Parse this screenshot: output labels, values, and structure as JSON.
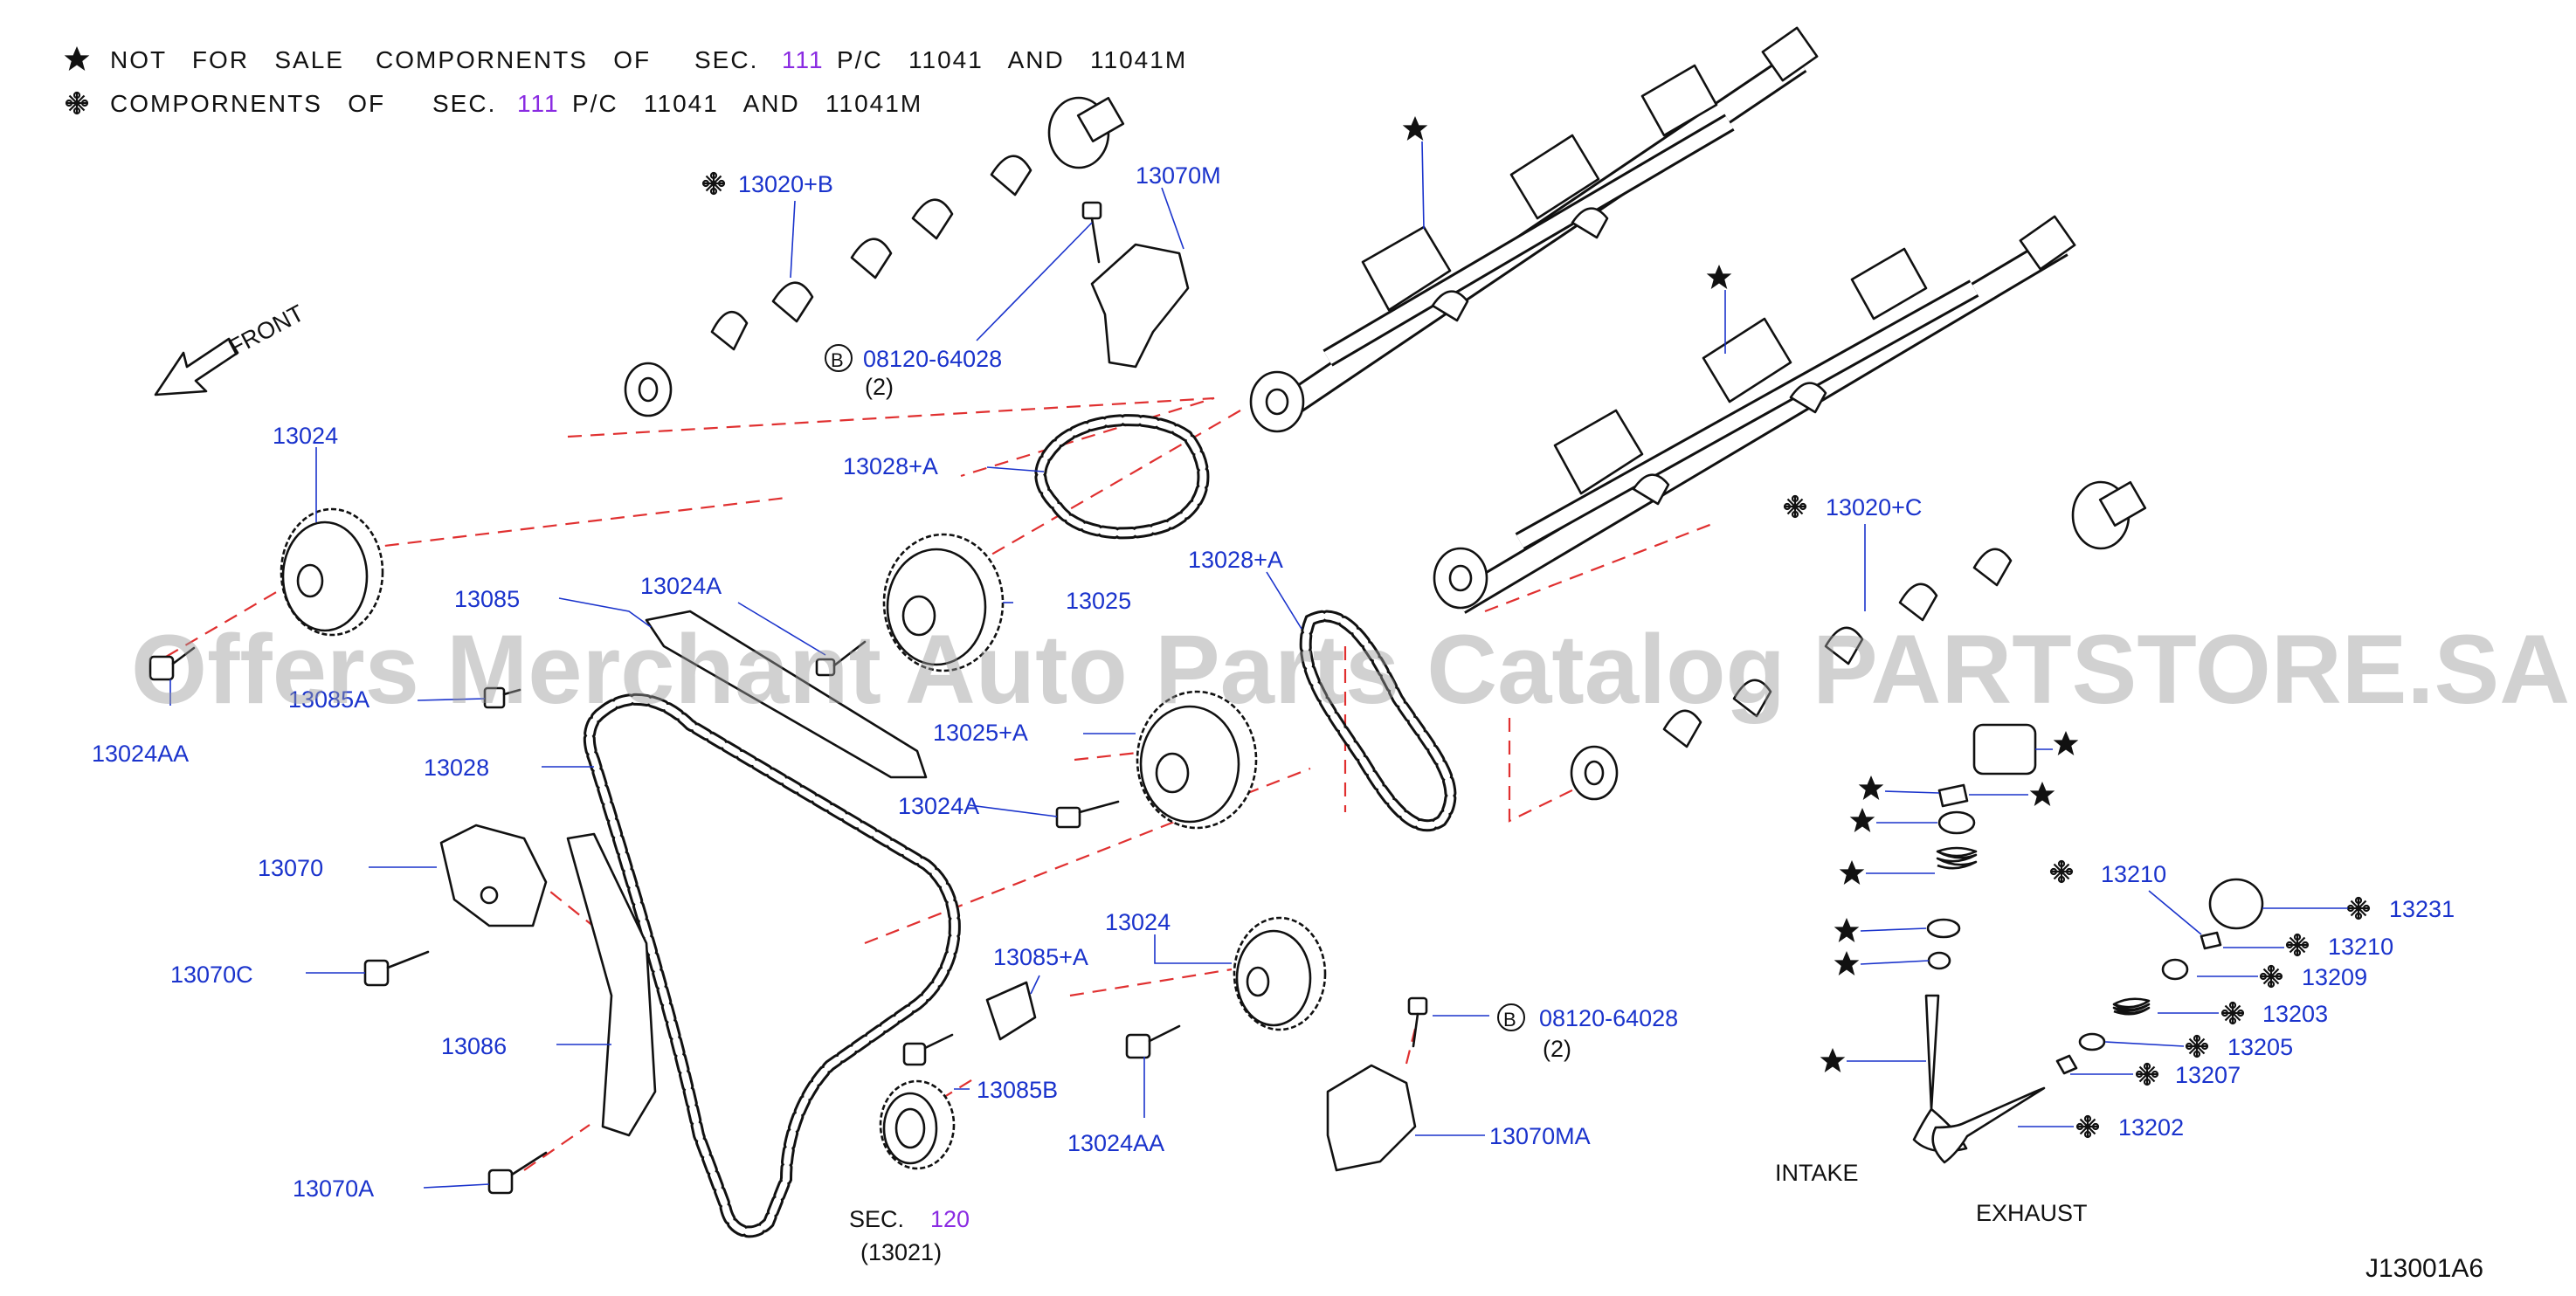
{
  "legend": {
    "star_line": {
      "a": "NOT   FOR   SALE",
      "b": "COMPORNENTS   OF",
      "c": "SEC.",
      "d": "111",
      "e": "P/C   11041   AND   11041M"
    },
    "flower_line": {
      "a": "COMPORNENTS   OF",
      "b": "SEC.",
      "c": "111",
      "d": "P/C   11041   AND   11041M"
    }
  },
  "front_label": "FRONT",
  "watermark": "Offers Merchant Auto Parts Catalog PARTSTORE.SA",
  "labels": {
    "p13020B": "13020+B",
    "p13070M": "13070M",
    "p08120_top": "08120-64028",
    "p08120_top_qty": "(2)",
    "p13024_top": "13024",
    "p13028A_left": "13028+A",
    "p13028A_mid": "13028+A",
    "p13085": "13085",
    "p13024A_top": "13024A",
    "p13025": "13025",
    "p13025A": "13025+A",
    "p13085A": "13085A",
    "p13024AA_left": "13024AA",
    "p13028": "13028",
    "p13024A_mid": "13024A",
    "p13070": "13070",
    "p13070C": "13070C",
    "p13086": "13086",
    "p13070A": "13070A",
    "p13085PA": "13085+A",
    "p13085B": "13085B",
    "p13024_bot": "13024",
    "p13024AA_bot": "13024AA",
    "p08120_bot": "08120-64028",
    "p08120_bot_qty": "(2)",
    "p13070MA": "13070MA",
    "sec120_a": "SEC.",
    "sec120_b": "120",
    "sec120_c": "(13021)",
    "p13020C": "13020+C",
    "p13210_a": "13210",
    "p13231": "13231",
    "p13210_b": "13210",
    "p13209": "13209",
    "p13203": "13203",
    "p13205": "13205",
    "p13207": "13207",
    "p13202": "13202",
    "intake": "INTAKE",
    "exhaust": "EXHAUST",
    "diagram_code": "J13001A6"
  },
  "bolt_marker": "B",
  "colors": {
    "part_label": "#1a33cc",
    "section_ref": "#8a2be2",
    "leader": "#1a33cc",
    "alignment_line": "#e03030",
    "drawing": "#111111"
  },
  "icons": {
    "star": "star-icon",
    "flower": "snowflake-icon",
    "bolt_circle": "circled-b-icon",
    "front_arrow": "front-arrow-icon"
  }
}
